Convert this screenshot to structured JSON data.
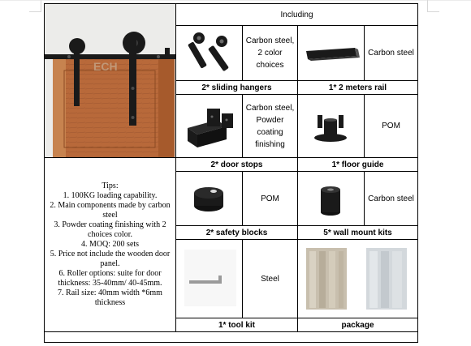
{
  "table": {
    "header": "Including",
    "watermark": "ECH",
    "items": [
      {
        "caption": "2* sliding hangers",
        "material": [
          "Carbon steel,",
          "2 color",
          "choices"
        ]
      },
      {
        "caption": "1* 2 meters rail",
        "material": [
          "Carbon steel"
        ]
      },
      {
        "caption": "2* door stops",
        "material": [
          "Carbon steel,",
          "Powder",
          "coating",
          "finishing"
        ]
      },
      {
        "caption": "1* floor guide",
        "material": [
          "POM"
        ]
      },
      {
        "caption": "2* safety blocks",
        "material": [
          "POM"
        ]
      },
      {
        "caption": "5* wall mount kits",
        "material": [
          "Carbon steel"
        ]
      },
      {
        "caption": "1* tool kit",
        "material": [
          "Steel"
        ]
      },
      {
        "caption": "package",
        "material": []
      }
    ],
    "tips": [
      "Tips:",
      "1. 100KG loading capability.",
      "2.  Main components made by carbon steel",
      "3. Powder coating finishing with 2 choices color.",
      "4. MOQ: 200 sets",
      "5.  Price not include the wooden door panel.",
      "6. Roller options: suite for door thickness: 35-40mm/ 40-45mm.",
      "7.  Rail size: 40mm width *6mm thickness"
    ]
  },
  "colors": {
    "tips_text": "#c0141e",
    "border": "#000000",
    "hardware": "#1a1a1a",
    "wood": "#b8693a"
  }
}
